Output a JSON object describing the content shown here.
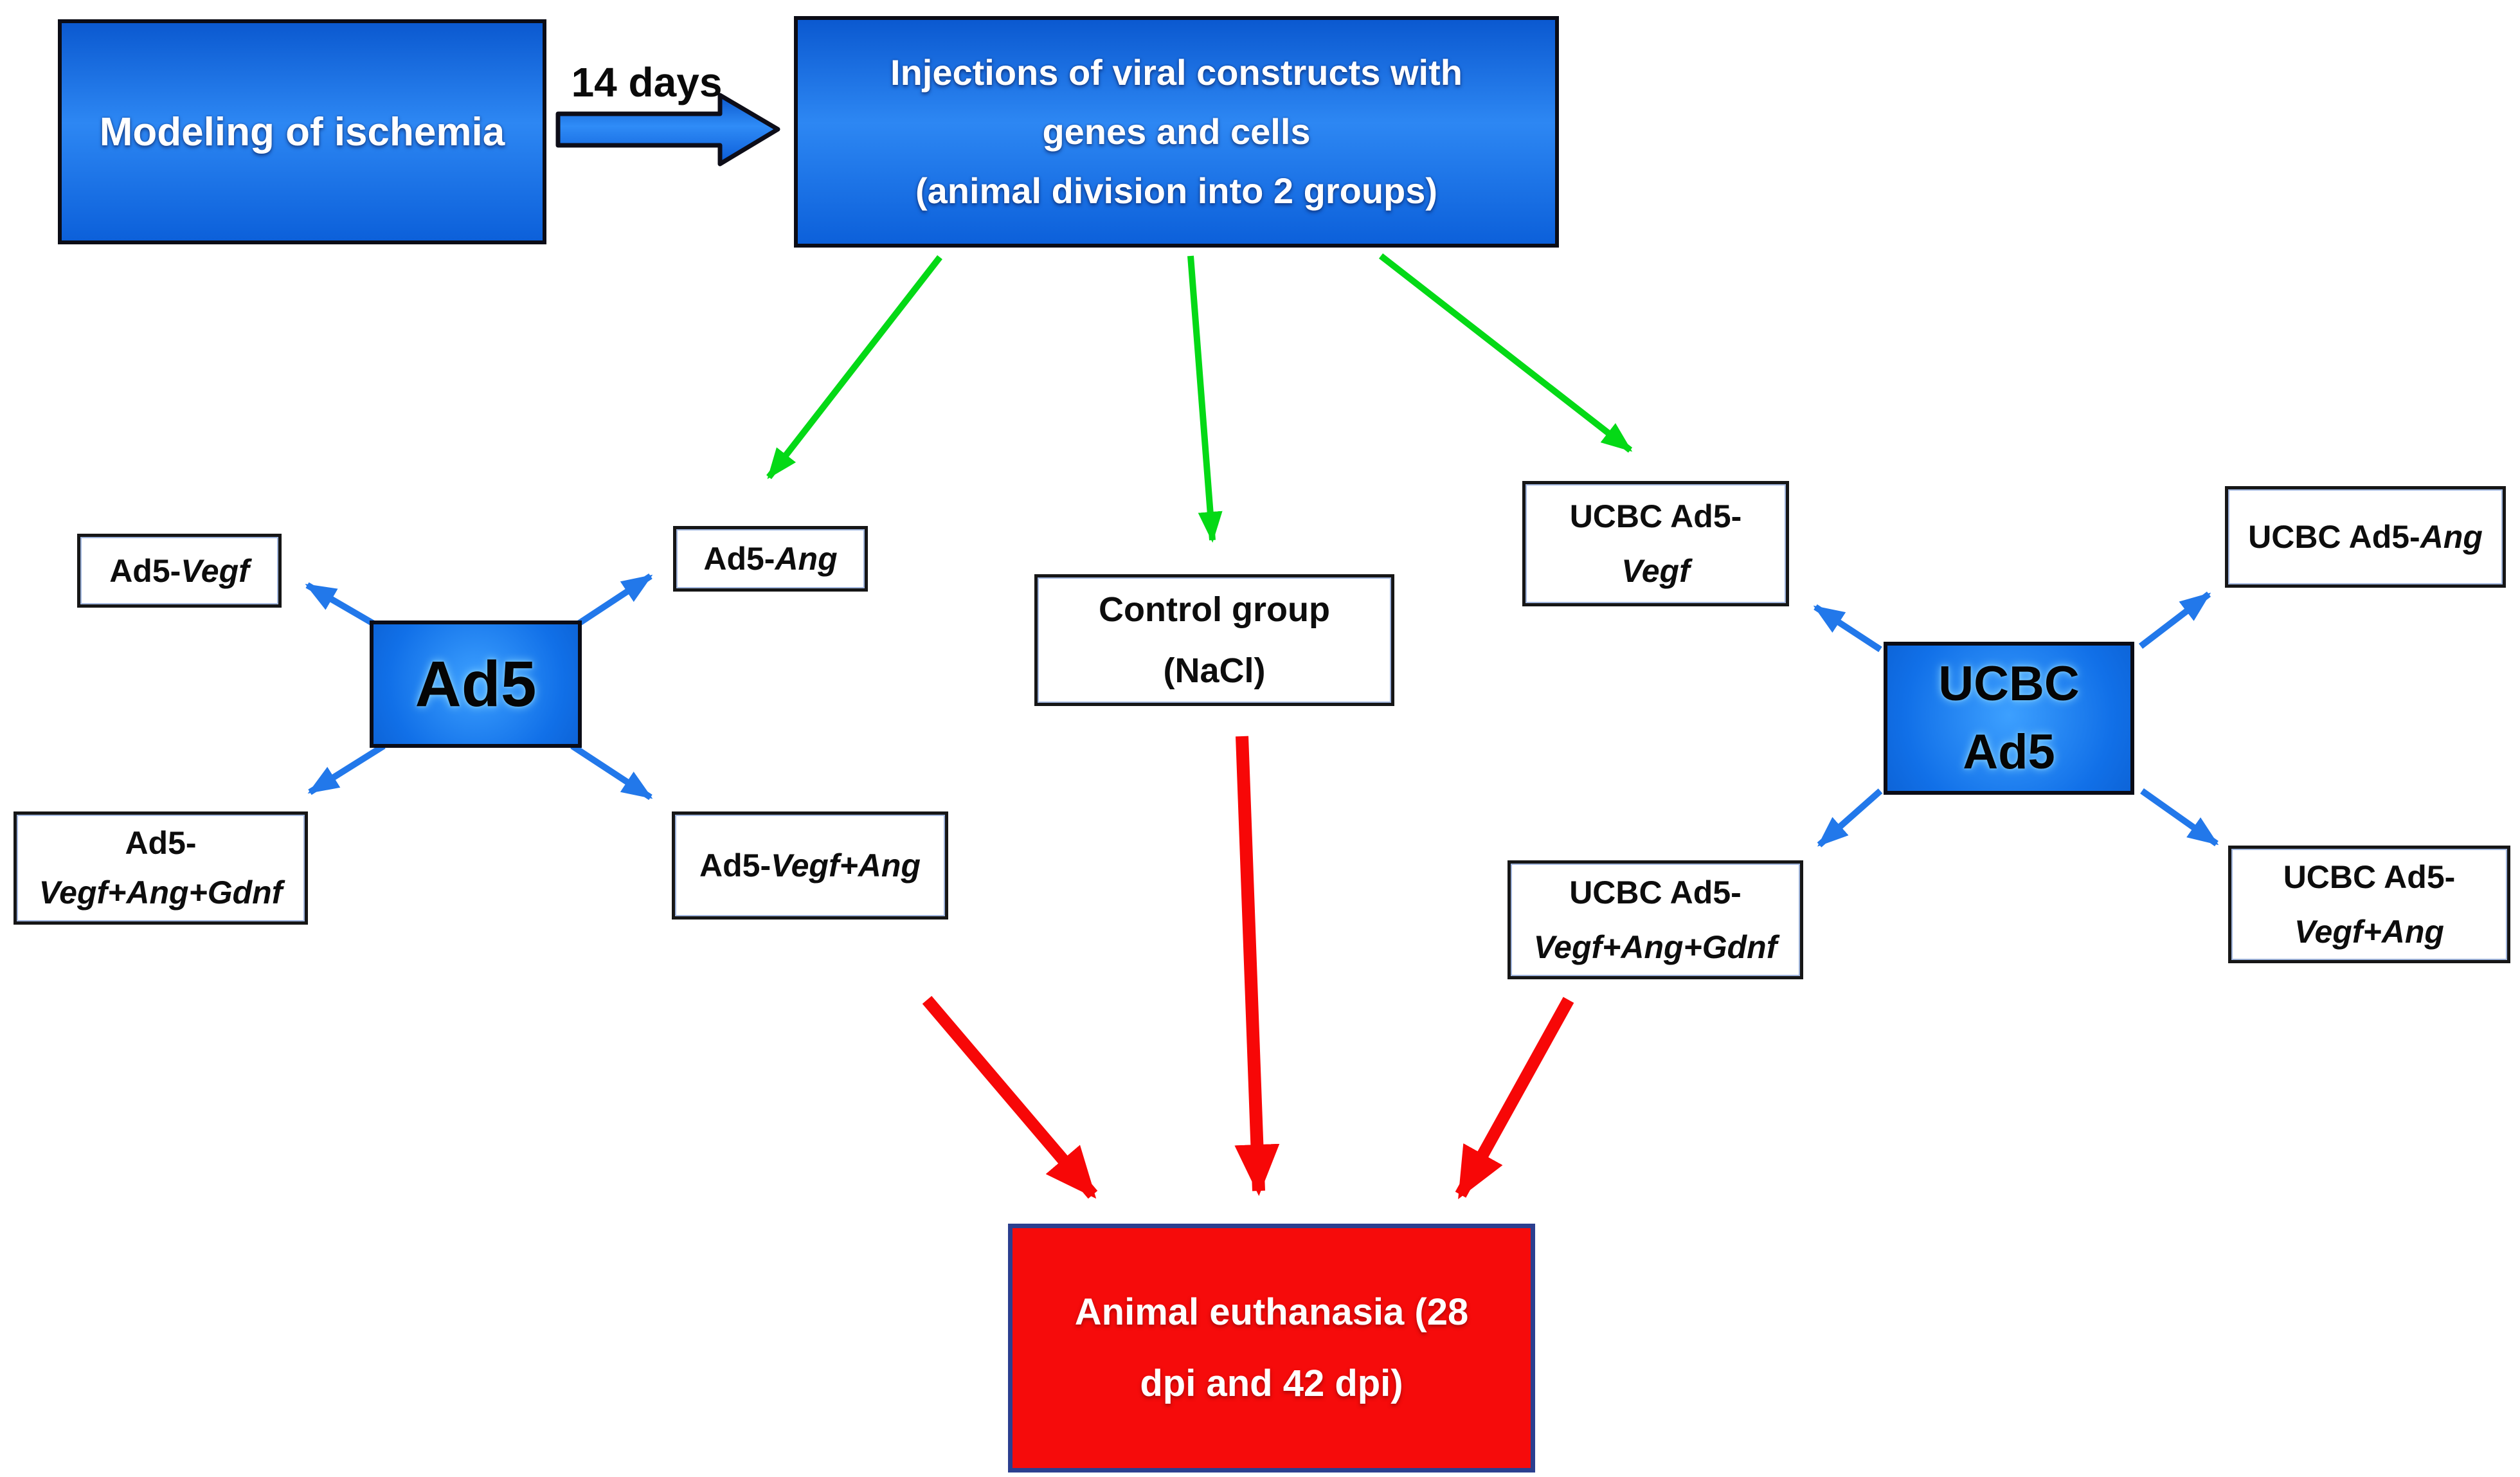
{
  "colors": {
    "box_blue": "#0d64dd",
    "hub_blue": "#1170e8",
    "red_box": "#f60b0b",
    "navy_border": "#2b3f8f",
    "black_border": "#0b0c16",
    "green_arrow": "#04d916",
    "blue_arrow": "#2278ea",
    "red_arrow": "#f70707",
    "white_text": "#ffffff"
  },
  "labels": {
    "interval": "14 days"
  },
  "nodes": {
    "modeling": {
      "label": "Modeling of ischemia"
    },
    "injections": {
      "line1": "Injections of viral constructs with",
      "line2": "genes and cells",
      "line3": "(animal division into 2 groups)"
    },
    "ad5_hub": {
      "label": "Ad5"
    },
    "ad5_vegf": {
      "prefix": "Ad5-",
      "gene": "Vegf"
    },
    "ad5_ang": {
      "prefix": "Ad5-",
      "gene": "Ang"
    },
    "ad5_gdnf": {
      "line1": "Ad5-",
      "line2": "Vegf+Ang+Gdnf"
    },
    "ad5_vegf_ang": {
      "prefix": "Ad5-",
      "gene": "Vegf+Ang"
    },
    "control": {
      "line1": "Control group",
      "line2": "(NaCl)"
    },
    "ucbc_hub": {
      "line1": "UCBC",
      "line2": "Ad5"
    },
    "ucbc_vegf": {
      "line1": "UCBC Ad5-",
      "line2": "Vegf"
    },
    "ucbc_ang": {
      "prefix": "UCBC Ad5-",
      "gene": "Ang"
    },
    "ucbc_gdnf": {
      "line1": "UCBC Ad5-",
      "line2": "Vegf+Ang+Gdnf"
    },
    "ucbc_vegf_ang": {
      "line1": "UCBC Ad5-",
      "line2": "Vegf+Ang"
    },
    "euthanasia": {
      "line1": "Animal euthanasia (28",
      "line2": "dpi and 42 dpi)"
    }
  }
}
